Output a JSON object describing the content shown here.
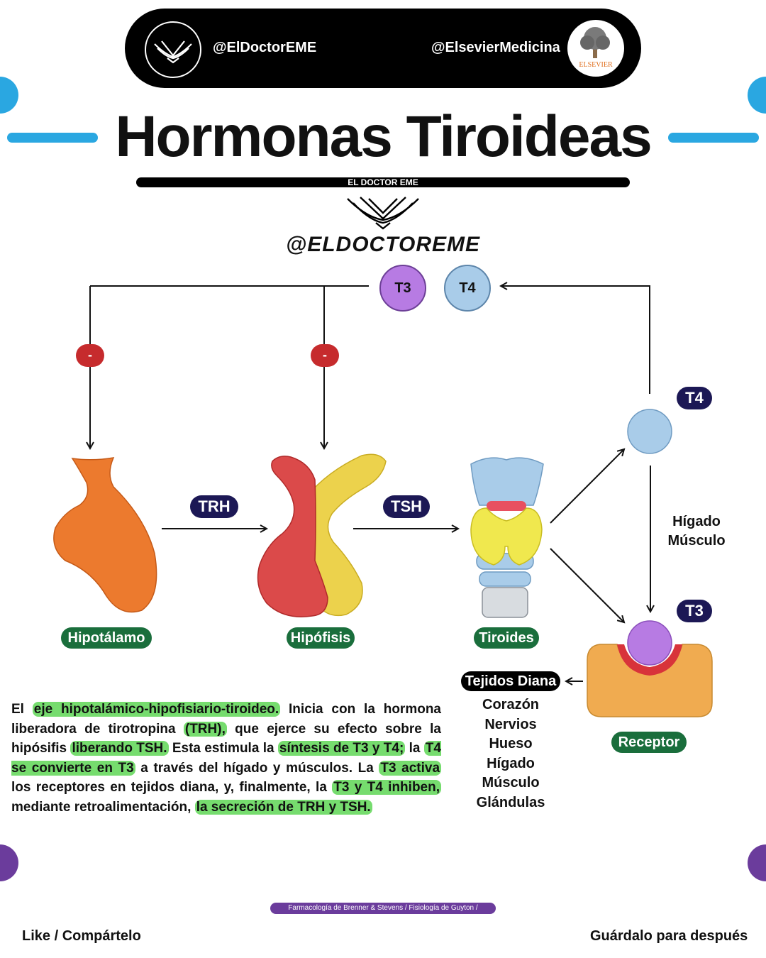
{
  "header": {
    "left_handle": "@ElDoctorEME",
    "right_handle": "@ElsevierMedicina",
    "right_logo_text": "ELSEVIER"
  },
  "title": "Hormonas Tiroideas",
  "subbar_label": "EL DOCTOR EME",
  "brand_handle": "@ELDOCTOREME",
  "hormones": {
    "t3": "T3",
    "t4": "T4",
    "minus": "-"
  },
  "signals": {
    "trh": "TRH",
    "tsh": "TSH"
  },
  "organs": {
    "hypothalamus": "Hipotálamo",
    "pituitary": "Hipófisis",
    "thyroid": "Tiroides",
    "receptor": "Receptor"
  },
  "conversion_sites": [
    "Hígado",
    "Músculo"
  ],
  "target_tissues": {
    "label": "Tejidos Diana",
    "items": [
      "Corazón",
      "Nervios",
      "Hueso",
      "Hígado",
      "Músculo",
      "Glándulas"
    ]
  },
  "paragraph": {
    "p1": "El ",
    "h1": "eje hipotalámico-hipofisiario-tiroideo.",
    "p2": " Inicia con la hormona liberadora de tirotropina ",
    "h2": "(TRH),",
    "p3": " que ejerce su efecto sobre la hipósifis ",
    "h3": "liberando TSH.",
    "p4": " Esta estimula la ",
    "h4": "síntesis de T3 y T4;",
    "p5": " la ",
    "h5": "T4 se convierte en T3",
    "p6": " a través del hígado y músculos. La ",
    "h6": "T3 activa",
    "p7": " los receptores en tejidos diana, y, finalmente, la ",
    "h7": "T3 y T4 inhiben,",
    "p8": " mediante retroalimentación, ",
    "h8": "la secreción de TRH y TSH."
  },
  "credit": "Farmacología de Brenner & Stevens / Fisiología de Guyton / ELSEVIER",
  "footer": {
    "left": "Like / Compártelo",
    "right": "Guárdalo para después"
  },
  "colors": {
    "accent_blue": "#2aa7e1",
    "accent_purple": "#6b3c9c",
    "t3_fill": "#b77be3",
    "t4_fill": "#a9cce9",
    "label_navy": "#1c1855",
    "label_green": "#1a6e3c",
    "inhibit_red": "#c62b2d",
    "highlight_green": "#76dc6e"
  }
}
